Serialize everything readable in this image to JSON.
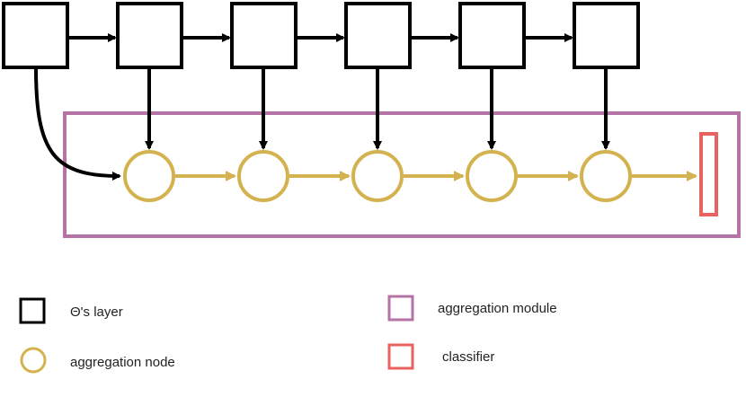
{
  "colors": {
    "layer": "#000000",
    "node": "#d4b24f",
    "module": "#b574a5",
    "classifier": "#e8625e",
    "background": "#ffffff"
  },
  "diagram": {
    "layers": 6,
    "aggregation_nodes": 5,
    "classifiers": 1
  },
  "legend": {
    "layer": "Θ's layer",
    "node": "aggregation node",
    "module": "aggregation module",
    "classifier": "classifier"
  }
}
